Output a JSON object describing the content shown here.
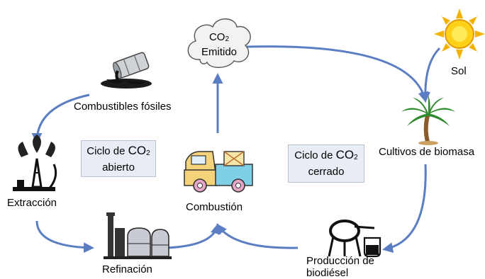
{
  "nodes": {
    "co2_emitido": {
      "line1": "CO",
      "line1_sub": "2",
      "line2": "Emitido"
    },
    "sol": "Sol",
    "combustibles_fosiles": "Combustibles fósiles",
    "cultivos": "Cultivos de biomasa",
    "extraccion": "Extracción",
    "combustion": "Combustión",
    "refinacion": "Refinación",
    "produccion_line1": "Producción de",
    "produccion_line2": "biodiésel"
  },
  "boxes": {
    "abierto": {
      "prefix": "Ciclo de ",
      "co": "CO",
      "sub": "2",
      "line2": "abierto"
    },
    "cerrado": {
      "prefix": "Ciclo de ",
      "co": "CO",
      "sub": "2",
      "line2": "cerrado"
    }
  },
  "colors": {
    "arrow": "#5b7ec2",
    "box_fill": "#e8ecf4"
  },
  "icons": [
    "cloud-icon",
    "sun-icon",
    "oil-barrel-icon",
    "palm-tree-icon",
    "oil-well-icon",
    "truck-icon",
    "refinery-icon",
    "lab-apparatus-icon"
  ]
}
